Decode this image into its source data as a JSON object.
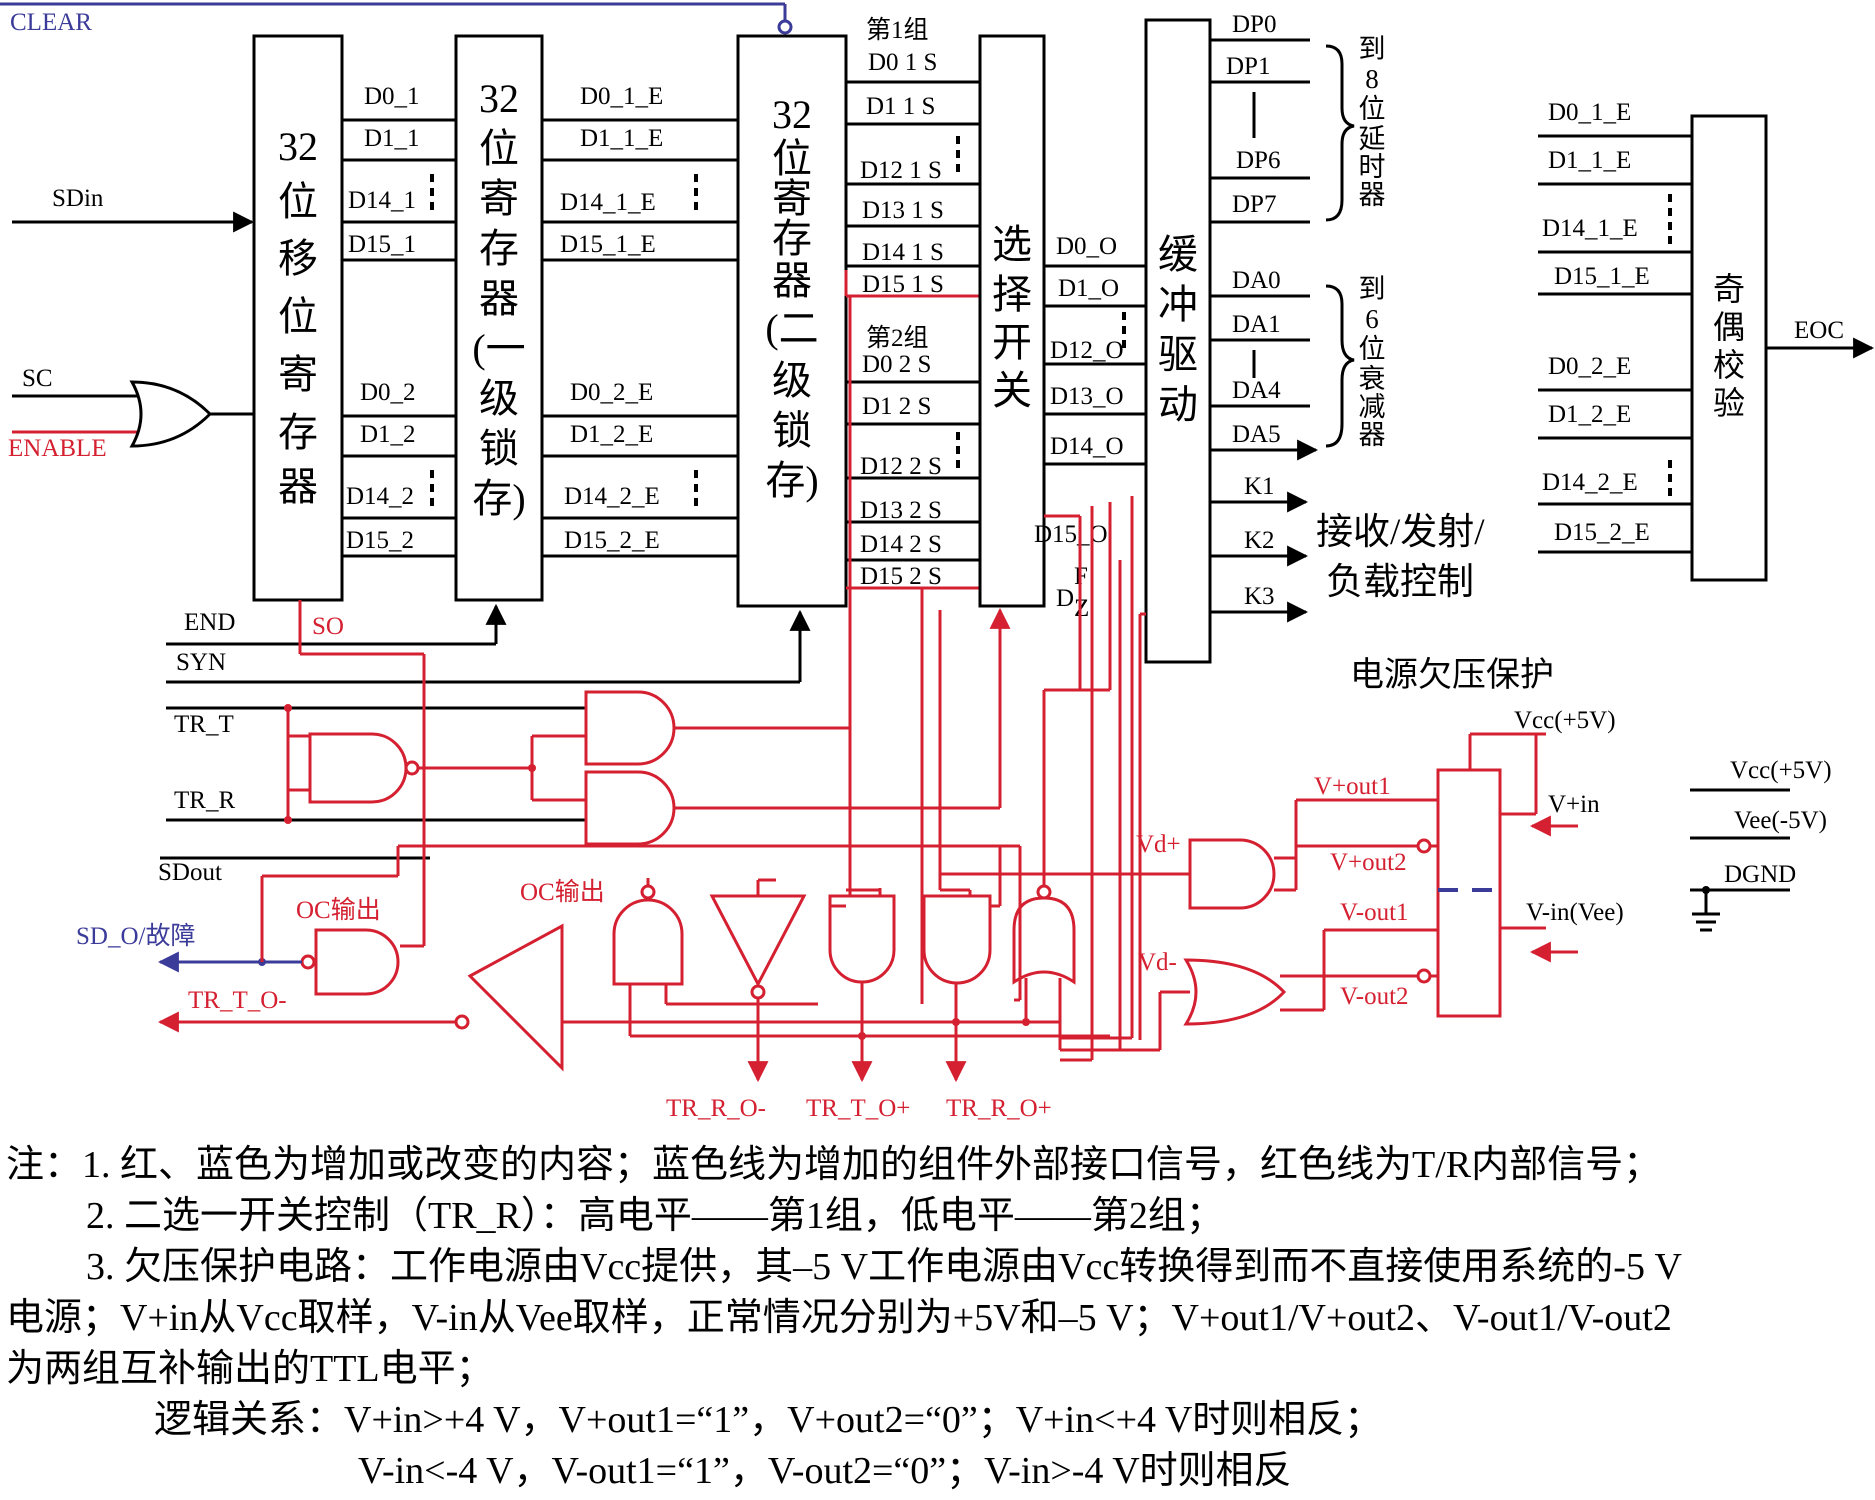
{
  "colors": {
    "black": "#000000",
    "red": "#d42030",
    "blue": "#3b3b9a"
  },
  "blocks": {
    "shift_register": "32位移位寄存器",
    "latch1": "32位寄存器(一级锁存)",
    "latch2": "32位寄存器(二级锁存)",
    "selector": "选择开关",
    "buffer": "缓冲驱动",
    "parity": "奇偶校验",
    "power_title": "电源欠压保护"
  },
  "signals": {
    "clear": "CLEAR",
    "sdin": "SDin",
    "sc": "SC",
    "enable": "ENABLE",
    "end": "END",
    "so": "SO",
    "syn": "SYN",
    "tr_t": "TR_T",
    "tr_r": "TR_R",
    "sdout": "SDout",
    "sd_o": "SD_O/故障",
    "tr_t_o_minus": "TR_T_O-",
    "oc1": "OC输出",
    "oc2": "OC输出",
    "tr_r_o_minus": "TR_R_O-",
    "tr_t_o_plus": "TR_T_O+",
    "tr_r_o_plus": "TR_R_O+",
    "eoc": "EOC",
    "f": "F",
    "d": "D",
    "z": "Z"
  },
  "sr_out": [
    "D0_1",
    "D1_1",
    "D14_1",
    "D15_1",
    "D0_2",
    "D1_2",
    "D14_2",
    "D15_2"
  ],
  "l1_out": [
    "D0_1_E",
    "D1_1_E",
    "D14_1_E",
    "D15_1_E",
    "D0_2_E",
    "D1_2_E",
    "D14_2_E",
    "D15_2_E"
  ],
  "group1_title": "第1组",
  "group2_title": "第2组",
  "l2_out": [
    "D0 1 S",
    "D1 1 S",
    "D12 1 S",
    "D13 1 S",
    "D14 1 S",
    "D15 1 S",
    "D0 2 S",
    "D1 2 S",
    "D12 2 S",
    "D13 2 S",
    "D14 2 S",
    "D15 2 S"
  ],
  "sel_out": [
    "D0_O",
    "D1_O",
    "D12_O",
    "D13_O",
    "D14_O",
    "D15_O"
  ],
  "buf_out": [
    "DP0",
    "DP1",
    "DP6",
    "DP7",
    "DA0",
    "DA1",
    "DA4",
    "DA5",
    "K1",
    "K2",
    "K3"
  ],
  "dest": {
    "delay": "到8位延时器",
    "atten": "到6位衰减器",
    "trx": "接收/发射/负载控制"
  },
  "parity_in": [
    "D0_1_E",
    "D1_1_E",
    "D14_1_E",
    "D15_1_E",
    "D0_2_E",
    "D1_2_E",
    "D14_2_E",
    "D15_2_E"
  ],
  "power": {
    "vcc_in": "Vcc(+5V)",
    "vplus_in": "V+in",
    "vminus_in": "V-in(Vee)",
    "vpout1": "V+out1",
    "vpout2": "V+out2",
    "vmout1": "V-out1",
    "vmout2": "V-out2",
    "vd_plus": "Vd+",
    "vd_minus": "Vd-"
  },
  "legend": {
    "vcc": "Vcc(+5V)",
    "vee": "Vee(-5V)",
    "dgnd": "DGND"
  },
  "notes": {
    "line1": "注：1. 红、蓝色为增加或改变的内容；蓝色线为增加的组件外部接口信号，红色线为T/R内部信号；",
    "line2": "2. 二选一开关控制（TR_R）：高电平——第1组，低电平——第2组；",
    "line3": "3. 欠压保护电路：工作电源由Vcc提供，其–5 V工作电源由Vcc转换得到而不直接使用系统的-5 V",
    "line4": "电源；V+in从Vcc取样，V-in从Vee取样，正常情况分别为+5V和–5 V；V+out1/V+out2、V-out1/V-out2",
    "line5": "为两组互补输出的TTL电平；",
    "line6": "逻辑关系：V+in>+4 V，V+out1=“1”，V+out2=“0”；V+in<+4 V时则相反；",
    "line7": "V-in<-4 V，V-out1=“1”，V-out2=“0”；V-in>-4 V时则相反"
  }
}
